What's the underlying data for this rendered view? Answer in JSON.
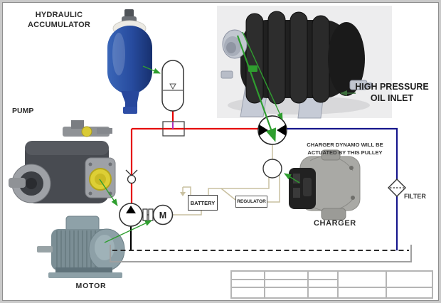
{
  "labels": {
    "accumulator": "HYDRAULIC\nACCUMULATOR",
    "pump": "PUMP",
    "motor": "MOTOR",
    "high_pressure_oil_inlet": "HIGH PRESSURE\nOIL INLET",
    "charger_note": "CHARGER DYNAMO WILL BE\nACTUATED BY THIS PULLEY",
    "charger": "CHARGER",
    "filter": "FILTER",
    "battery": "BATTERY",
    "regulator": "REGULATOR",
    "motor_symbol": "M"
  },
  "colors": {
    "pressure_line": "#e60000",
    "return_line": "#16168c",
    "suction_line": "#000000",
    "signal_wire": "#c9c0a0",
    "callout_arrow": "#2f9e2f",
    "accumulator_blue": "#2b55a8",
    "port_yellow": "#ddcf35"
  },
  "symbols": [
    {
      "name": "accumulator-symbol"
    },
    {
      "name": "manifold-block-symbol"
    },
    {
      "name": "check-valve-symbol"
    },
    {
      "name": "pump-symbol"
    },
    {
      "name": "coupling-symbol"
    },
    {
      "name": "electric-motor-symbol"
    },
    {
      "name": "hydraulic-motor-symbol"
    },
    {
      "name": "pulley-symbol"
    },
    {
      "name": "filter-symbol"
    },
    {
      "name": "reservoir-tank-symbol"
    },
    {
      "name": "title-block"
    }
  ]
}
